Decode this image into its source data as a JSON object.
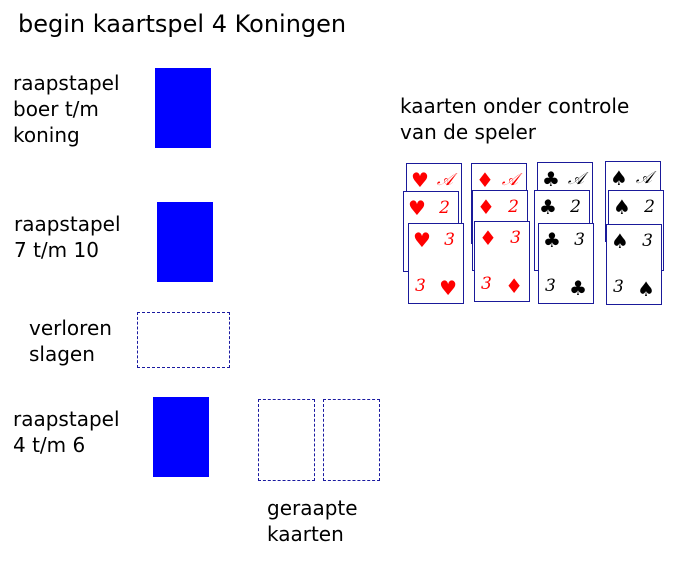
{
  "title": "begin kaartspel 4 Koningen",
  "labels": {
    "pile_jack_king": "raapstapel\nboer t/m\nkoning",
    "pile_7_10": "raapstapel\n7 t/m 10",
    "lost_tricks": "verloren\nslagen",
    "pile_4_6": "raapstapel\n4 t/m 6",
    "drawn_cards": "geraapte\nkaarten",
    "player_cards": "kaarten onder controle\nvan de speler"
  },
  "colors": {
    "pile": "#0000ff",
    "red_suit": "#ff0000",
    "black_suit": "#000000"
  },
  "columns": [
    {
      "suit": "♥",
      "color": "red",
      "cards": [
        "𝒜",
        "2",
        "3"
      ]
    },
    {
      "suit": "♦",
      "color": "red",
      "cards": [
        "𝒜",
        "2",
        "3"
      ]
    },
    {
      "suit": "♣",
      "color": "blk",
      "cards": [
        "𝒜",
        "2",
        "3"
      ]
    },
    {
      "suit": "♠",
      "color": "blk",
      "cards": [
        "𝒜",
        "2",
        "3"
      ]
    }
  ]
}
